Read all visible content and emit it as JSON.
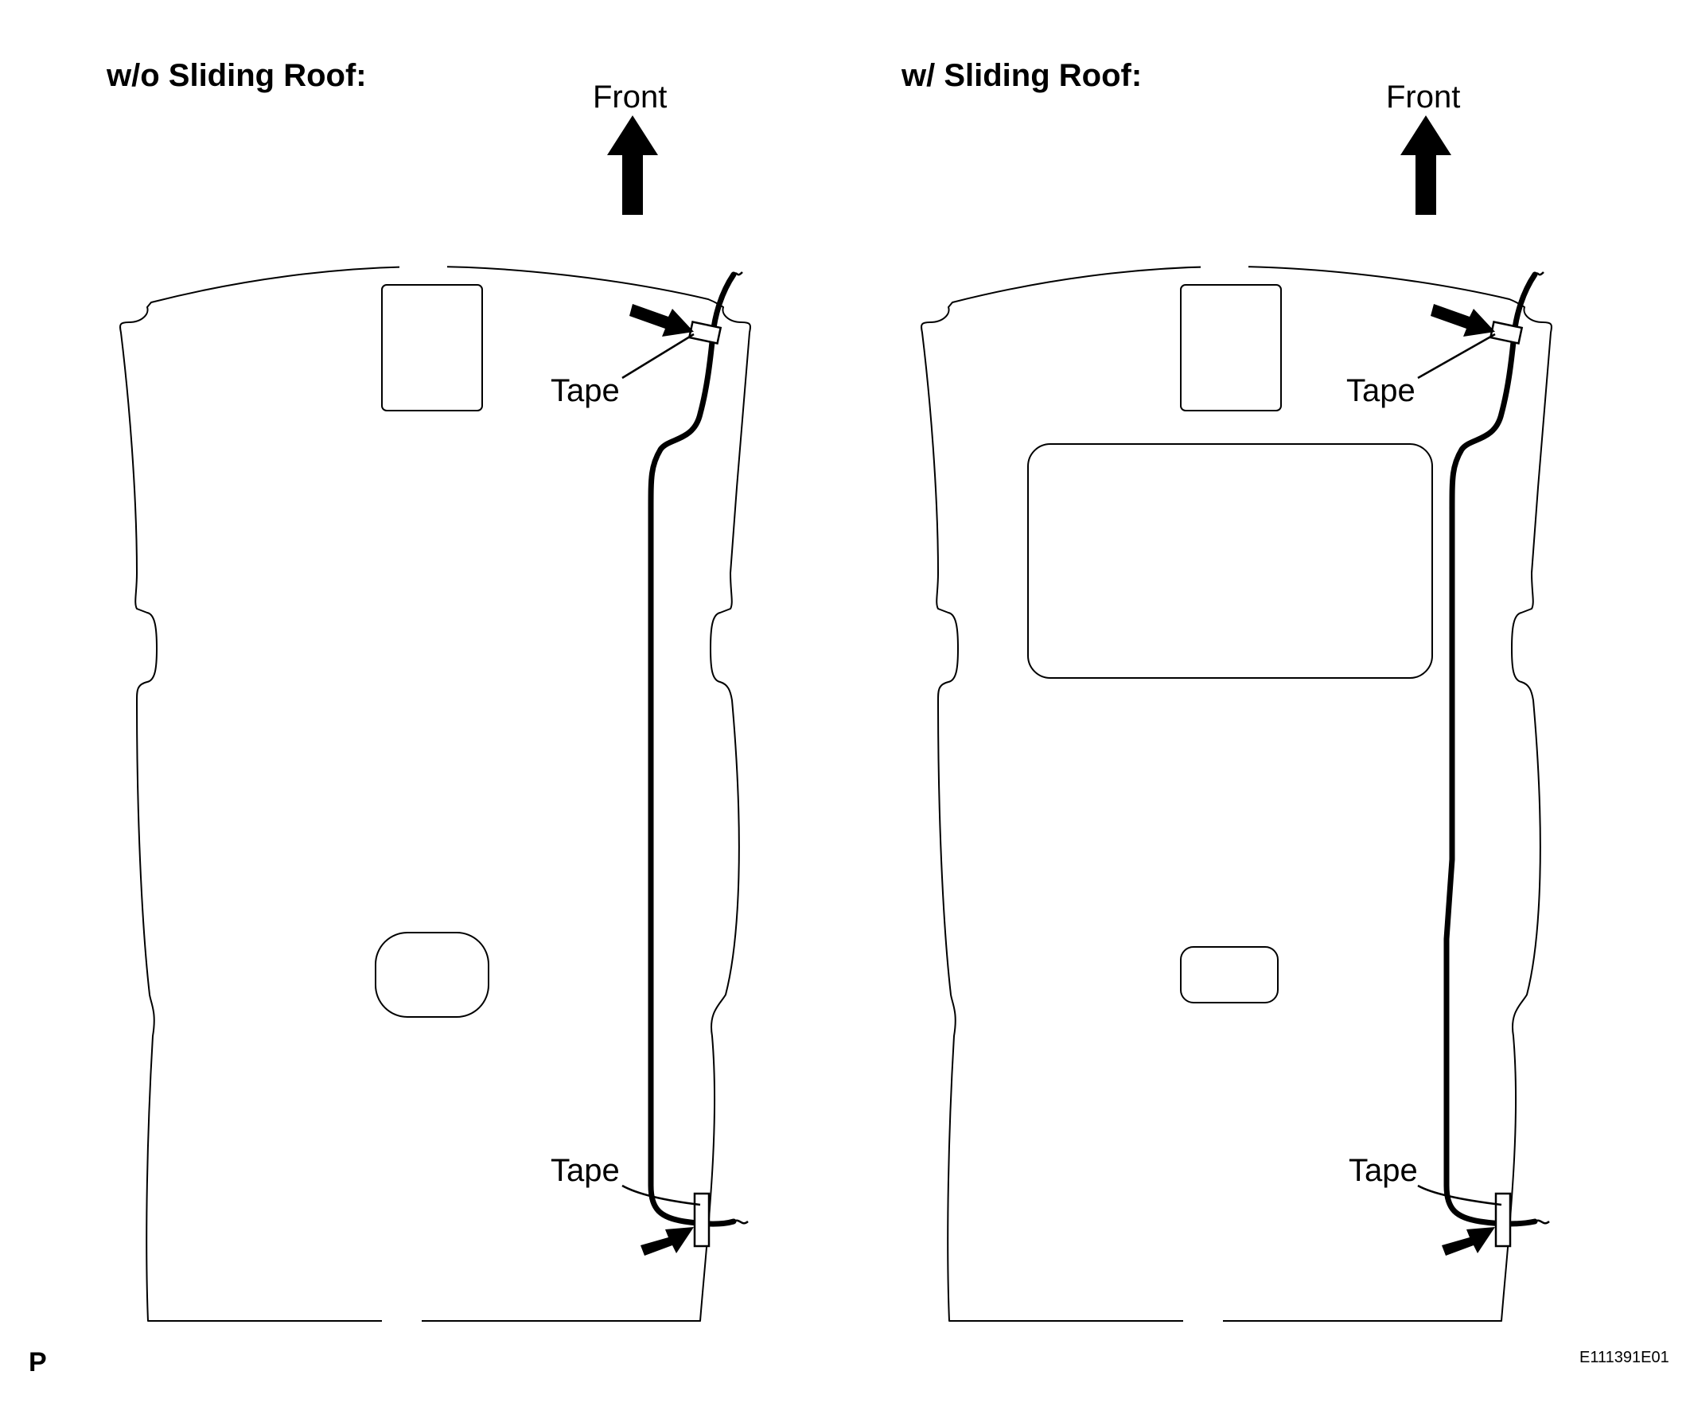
{
  "panels": [
    {
      "title": "w/o Sliding Roof:",
      "direction_label": "Front",
      "tape_top_label": "Tape",
      "tape_bottom_label": "Tape"
    },
    {
      "title": "w/ Sliding Roof:",
      "direction_label": "Front",
      "tape_top_label": "Tape",
      "tape_bottom_label": "Tape"
    }
  ],
  "corner_mark": "P",
  "figure_code": "E111391E01"
}
